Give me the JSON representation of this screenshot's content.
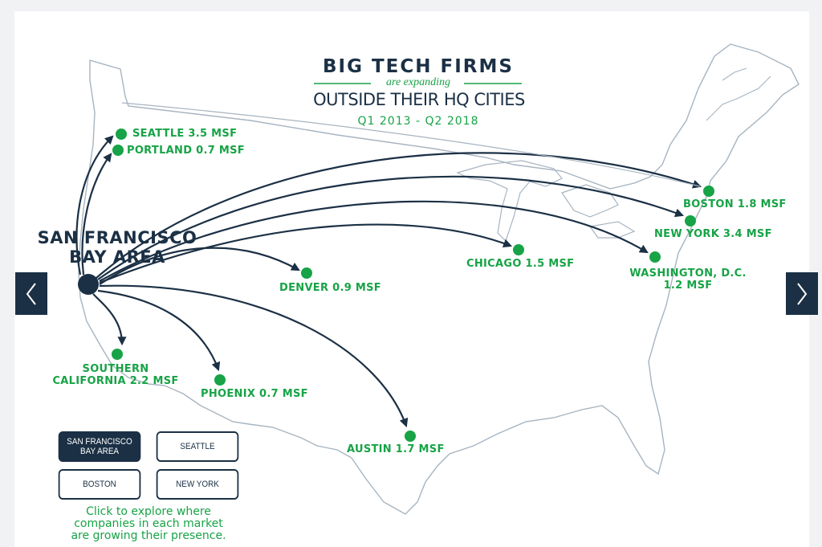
{
  "title": {
    "line1": "BIG TECH FIRMS",
    "line2": "are expanding",
    "line3": "OUTSIDE THEIR HQ CITIES",
    "line4": "Q1 2013 - Q2 2018"
  },
  "hq": {
    "label": "SAN FRANCISCO BAY AREA"
  },
  "cities": {
    "seattle": "SEATTLE 3.5 MSF",
    "portland": "PORTLAND 0.7 MSF",
    "boston": "BOSTON 1.8 MSF",
    "new_york": "NEW YORK 3.4 MSF",
    "chicago": "CHICAGO 1.5 MSF",
    "washington_l1": "WASHINGTON, D.C.",
    "washington_l2": "1.2 MSF",
    "denver": "DENVER 0.9 MSF",
    "socal_l1": "SOUTHERN",
    "socal_l2": "CALIFORNIA 2.2 MSF",
    "phoenix": "PHOENIX 0.7 MSF",
    "austin": "AUSTIN 1.7 MSF"
  },
  "markets": {
    "sf_l1": "SAN FRANCISCO",
    "sf_l2": "BAY AREA",
    "seattle": "SEATTLE",
    "boston": "BOSTON",
    "new_york": "NEW YORK",
    "selected": "SAN FRANCISCO BAY AREA"
  },
  "explore": {
    "line1": "Click to explore where",
    "line2": "companies in each market",
    "line3": "are growing their presence."
  },
  "nav": {
    "prev_icon": "chevron-left-icon",
    "next_icon": "chevron-right-icon"
  },
  "colors": {
    "navy": "#1b3045",
    "green": "#17a346",
    "outline": "#a7b4c0",
    "background": "#ffffff"
  }
}
